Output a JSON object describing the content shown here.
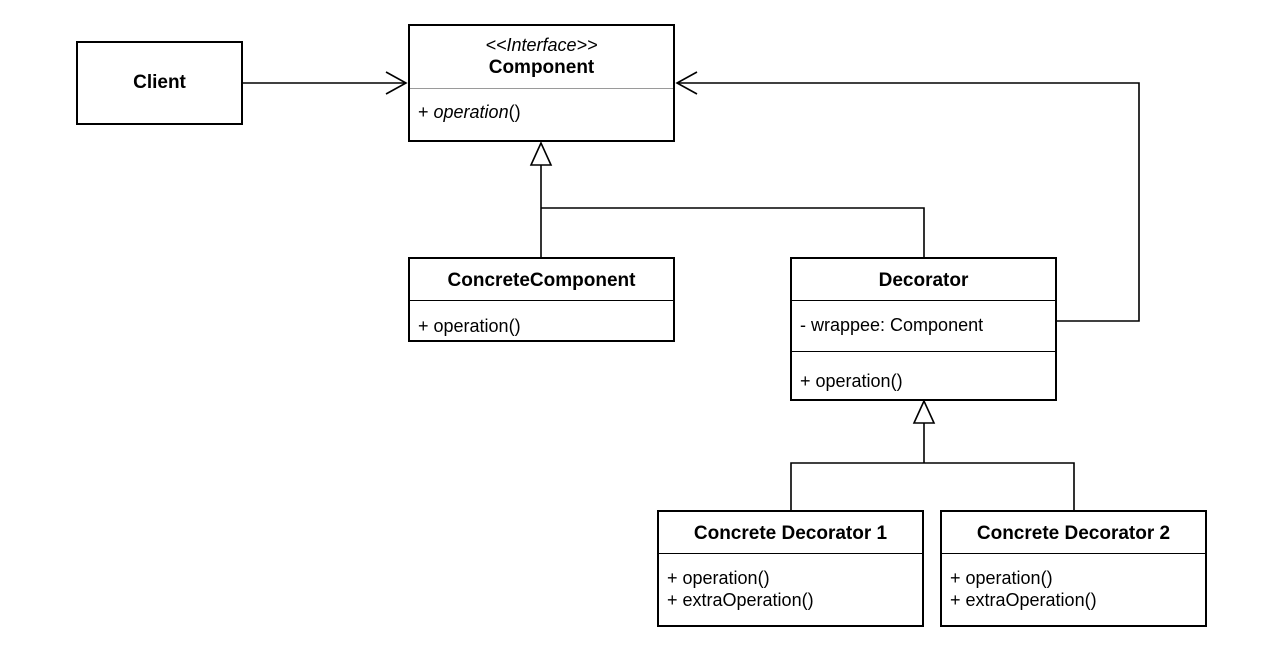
{
  "client": {
    "name": "Client"
  },
  "component": {
    "stereotype": "<<Interface>>",
    "name": "Component",
    "method_prefix": "+ ",
    "method_name": "operation",
    "method_suffix": "()"
  },
  "concrete_component": {
    "name": "ConcreteComponent",
    "methods": [
      "+ operation()"
    ]
  },
  "decorator": {
    "name": "Decorator",
    "fields": [
      "- wrappee: Component"
    ],
    "methods": [
      "+ operation()"
    ]
  },
  "concrete_decorator_1": {
    "name": "Concrete Decorator 1",
    "methods": [
      "+ operation()",
      "+ extraOperation()"
    ]
  },
  "concrete_decorator_2": {
    "name": "Concrete Decorator 2",
    "methods": [
      "+ operation()",
      "+ extraOperation()"
    ]
  }
}
